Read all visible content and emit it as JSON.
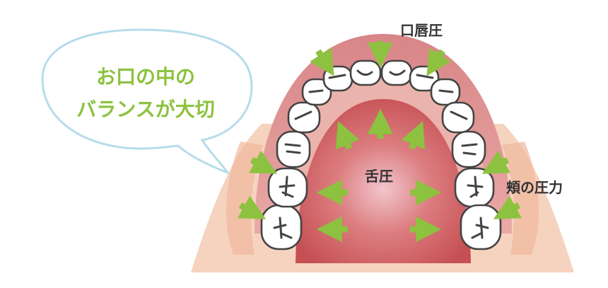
{
  "bubble": {
    "line1": "お口の中の",
    "line2": "バランスが大切"
  },
  "labels": {
    "lip": "口唇圧",
    "tongue": "舌圧",
    "cheek": "頬の圧力"
  },
  "colors": {
    "arrow": "#8cc23f",
    "bubble_border": "#b6dcea",
    "bubble_text": "#8cc23f",
    "label_text": "#333333",
    "gum": "#dc8c8c",
    "palate": "#c8575a",
    "tooth_fill": "#ffffff",
    "tooth_outline": "#444444",
    "cheek_skin": "#f3c7ae"
  }
}
